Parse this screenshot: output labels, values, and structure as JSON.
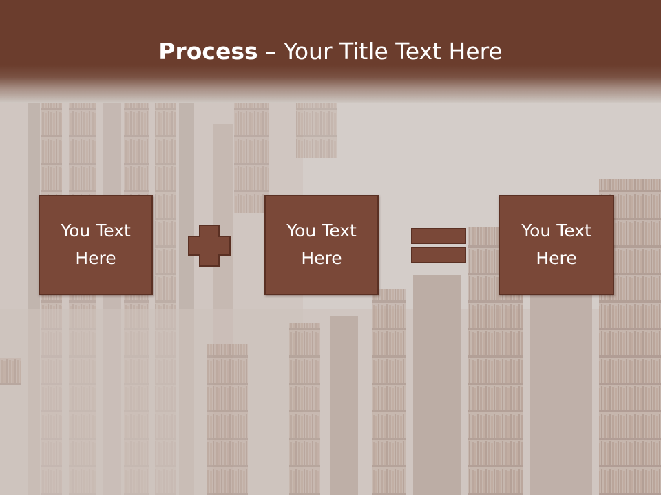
{
  "slide": {
    "title_bold": "Process",
    "title_rest": " – Your Title Text Here",
    "boxes": [
      {
        "text": "You Text Here"
      },
      {
        "text": "You Text Here"
      },
      {
        "text": "You Text Here"
      }
    ],
    "operators": [
      "plus-icon",
      "equals-icon"
    ]
  },
  "colors": {
    "title_bar": "#6b3d2d",
    "box_fill": "#7a4838",
    "box_border": "#5a3023",
    "text": "#ffffff"
  }
}
